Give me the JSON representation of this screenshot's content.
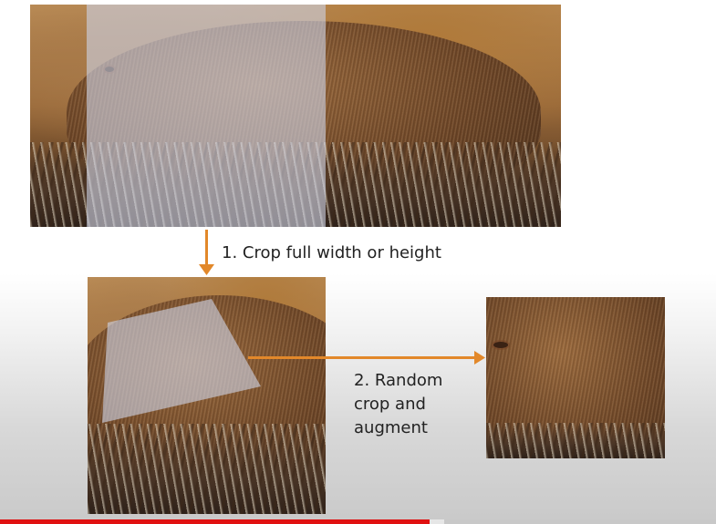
{
  "step1_label": "1. Crop full width or height",
  "step2_label": "2. Random\ncrop and\naugment",
  "colors": {
    "arrow": "#e2882a",
    "progress": "#e01010",
    "overlay": "#cdd2e4"
  },
  "player": {
    "progress_fraction": 0.6,
    "buffer_fraction": 0.62
  }
}
